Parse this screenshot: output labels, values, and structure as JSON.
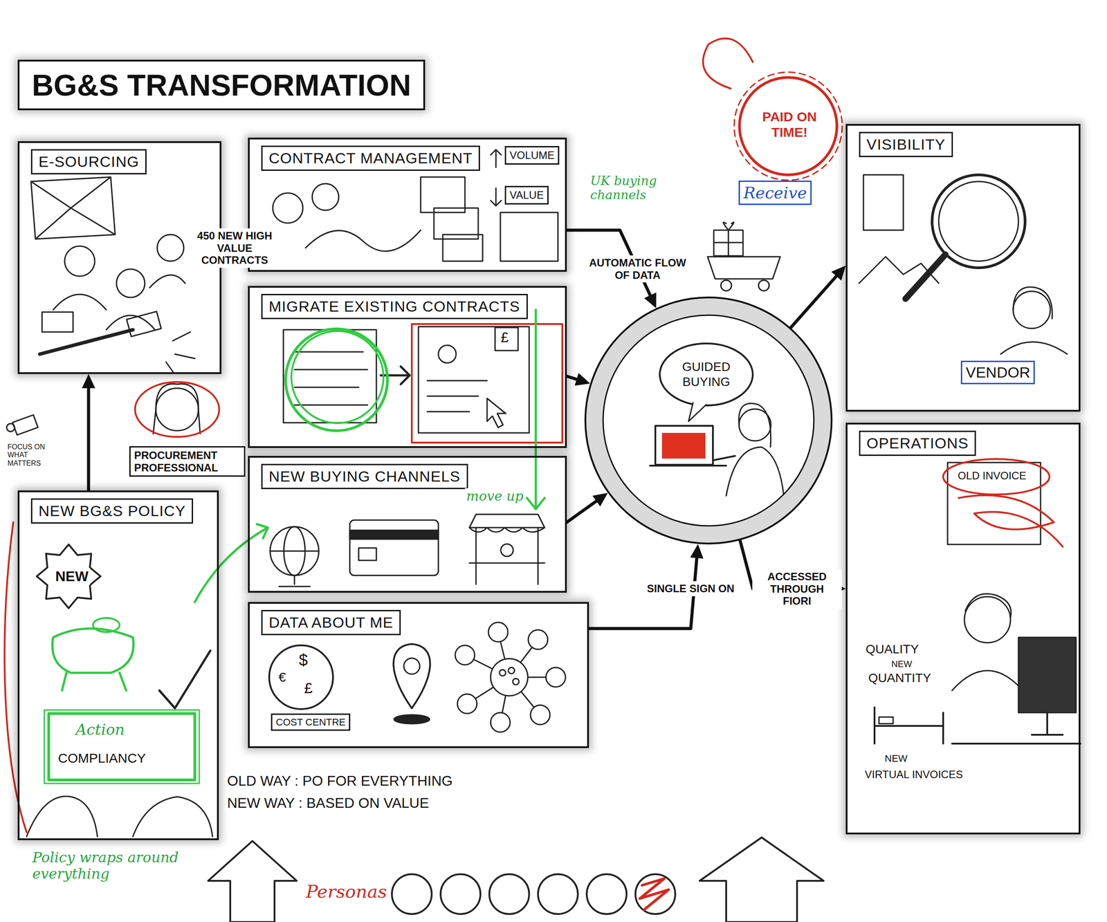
{
  "diagram": {
    "title": "BG&S TRANSFORMATION",
    "nodes": [
      {
        "text": [
          "E-SOURCING"
        ]
      },
      {
        "text": [
          "CONTRACT MANAGEMENT"
        ]
      },
      {
        "text": [
          "MIGRATE EXISTING CONTRACTS"
        ]
      },
      {
        "text": [
          "NEW BUYING CHANNELS"
        ]
      },
      {
        "text": [
          "DATA ABOUT ME"
        ]
      },
      {
        "text": [
          "NEW BG&S POLICY"
        ]
      },
      {
        "text": [
          "GUIDED BUYING"
        ]
      },
      {
        "text": [
          "VISIBILITY"
        ]
      },
      {
        "text": [
          "OPERATIONS"
        ]
      }
    ],
    "edges": [
      {
        "from": 5,
        "to": 0,
        "arrow": "to"
      },
      {
        "from": 0,
        "to": 1,
        "label": "450 NEW HIGH VALUE CONTRACTS",
        "arrow": "to"
      },
      {
        "from": 1,
        "to": 6,
        "label": "AUTOMATIC FLOW OF DATA",
        "arrow": "to"
      },
      {
        "from": 2,
        "to": 6,
        "arrow": "to"
      },
      {
        "from": 3,
        "to": 6,
        "arrow": "to"
      },
      {
        "from": 4,
        "to": 6,
        "label": "SINGLE SIGN ON",
        "arrow": "to"
      },
      {
        "from": 6,
        "to": 7,
        "arrow": "to"
      },
      {
        "from": 6,
        "to": 8,
        "label": "ACCESSED THROUGH FIORI",
        "arrow": "to"
      }
    ],
    "labels": [
      "VOLUME",
      "VALUE",
      "£",
      "move up",
      "€",
      "$",
      "£",
      "COST CENTRE",
      "FOCUS ON WHAT MATTERS",
      "PROCUREMENT PROFESSIONAL",
      "NEW",
      "Action",
      "COMPLIANCY",
      "OLD WAY : PO FOR EVERYTHING",
      "NEW WAY : BASED ON VALUE",
      "Policy wraps around everything",
      "Personas",
      "UK buying channels",
      "PAID ON TIME!",
      "Receive",
      "VENDOR",
      "OLD INVOICE",
      "QUALITY",
      "NEW",
      "QUANTITY",
      "NEW",
      "VIRTUAL INVOICES"
    ]
  }
}
